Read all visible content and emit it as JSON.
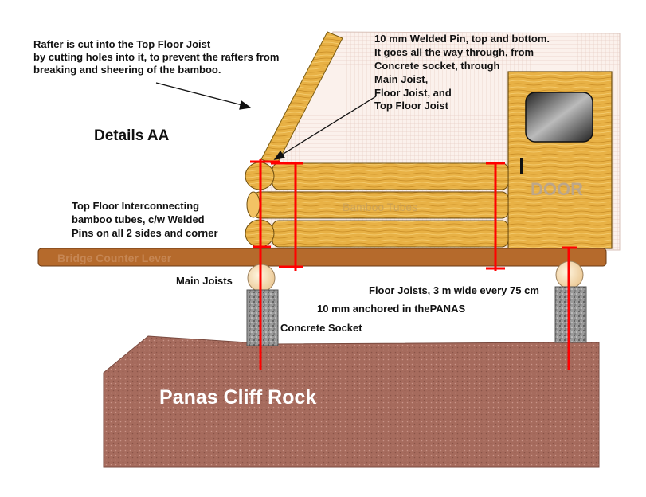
{
  "colors": {
    "wood_light": "#f7d27a",
    "wood_mid": "#e3a93a",
    "wood_dark": "#b8821e",
    "beam": "#b56a2c",
    "rock": "#a56a5c",
    "pin": "#ff0000",
    "wall_grid": "#f7e9e2",
    "door_window": "#333333"
  },
  "annotations": {
    "rafter_note_1": "Rafter is cut into the Top Floor Joist",
    "rafter_note_2": "by cutting holes into it, to prevent the rafters from",
    "rafter_note_3": "breaking and sheering of the bamboo.",
    "details_title": "Details AA",
    "pin_note_1": "10 mm Welded Pin, top and bottom.",
    "pin_note_2": "It goes all the way through, from",
    "pin_note_3": "Concrete socket, through",
    "pin_note_4": "Main Joist,",
    "pin_note_5": "Floor Joist, and",
    "pin_note_6": "Top Floor Joist",
    "interconnect_1": "Top Floor Interconnecting",
    "interconnect_2": "bamboo tubes, c/w Welded",
    "interconnect_3": "Pins on all 2 sides and corner",
    "bamboo_tubes": "Bamboo Tubes",
    "door": "DOOR",
    "beam_label": "Bridge Counter Lever",
    "main_joists": "Main Joists",
    "floor_joists": "Floor Joists, 3 m wide every 75 cm",
    "anchored": "10 mm anchored in thePANAS",
    "concrete_socket": "Concrete Socket",
    "cliff_rock": "Panas Cliff Rock"
  }
}
